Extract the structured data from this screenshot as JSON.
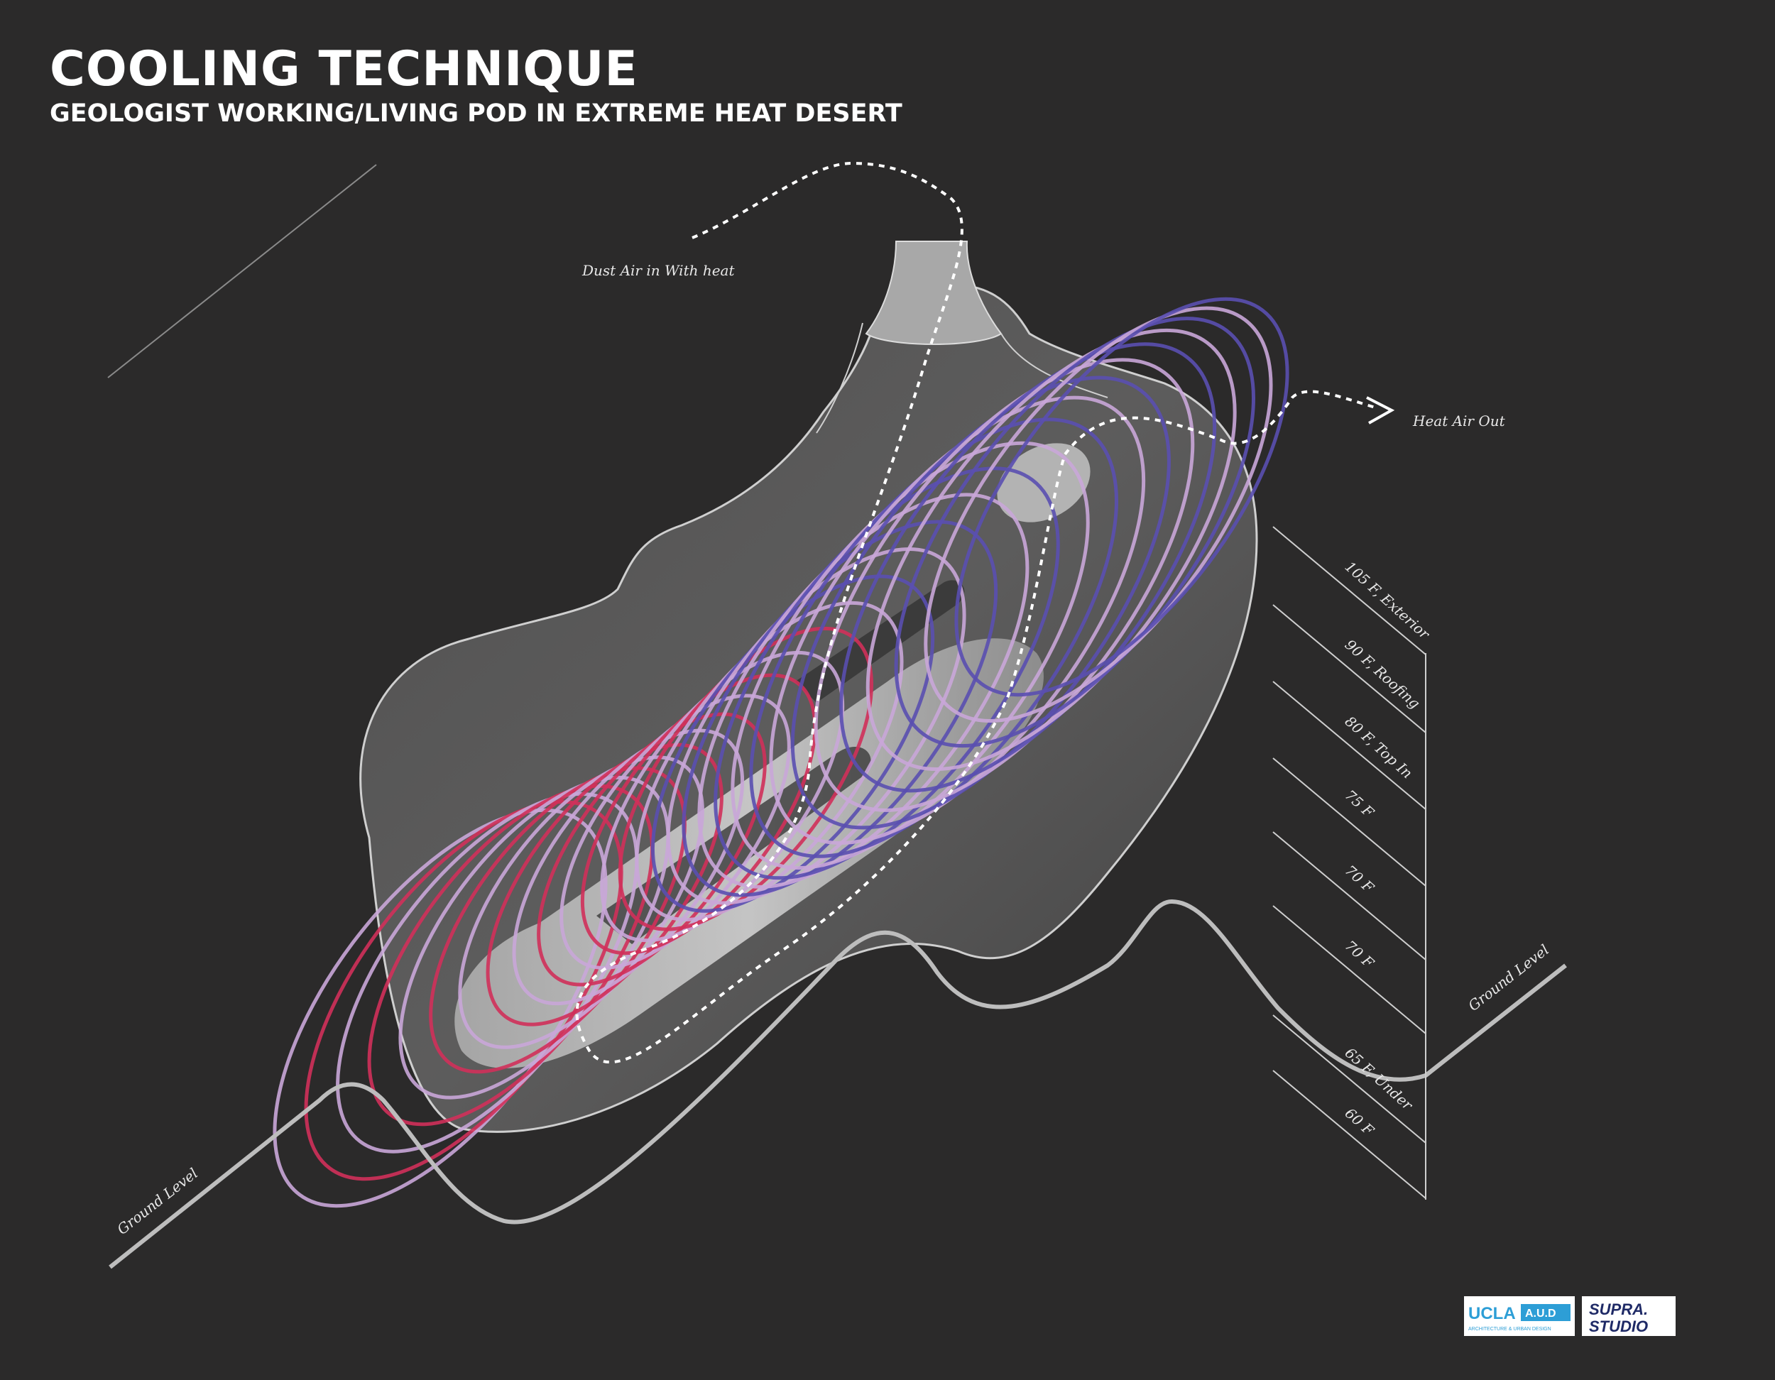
{
  "title": "COOLING TECHNIQUE",
  "subtitle": "GEOLOGIST WORKING/LIVING POD IN EXTREME HEAT DESERT",
  "annotations": {
    "air_in": "Dust Air in With heat",
    "air_out": "Heat Air Out",
    "ground_left": "Ground Level",
    "ground_right": "Ground Level"
  },
  "temperature_layers": [
    "105 F, Exterior",
    "90 F, Roofing",
    "80 F, Top In",
    "75 F",
    "70 F",
    "70 F",
    "65 F, Under",
    "60 F"
  ],
  "logos": {
    "ucla": "UCLA",
    "aud": "A.U.D",
    "ucla_sub": "ARCHITECTURE & URBAN DESIGN",
    "supra_line1": "SUPRA.",
    "supra_line2": "STUDIO"
  },
  "colors": {
    "background": "#2b2a2a",
    "coil_warm": "#d0305a",
    "coil_mid": "#c9a6d8",
    "coil_cool": "#5a4fb0",
    "ground_line": "#bdbdbd",
    "ucla_blue": "#2d9ed6"
  }
}
